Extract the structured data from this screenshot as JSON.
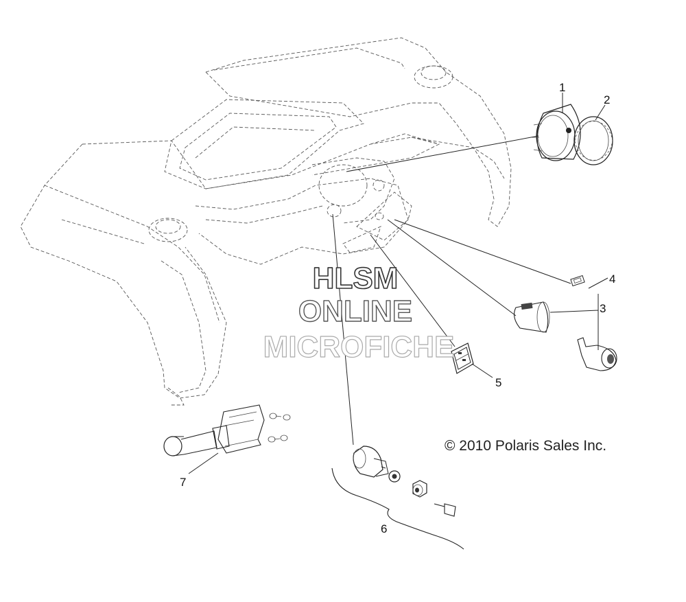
{
  "diagram": {
    "callouts": [
      "1",
      "2",
      "3",
      "4",
      "5",
      "6",
      "7"
    ],
    "watermark": {
      "line1": "HLSM",
      "line2": "ONLINE",
      "line3": "MICROFICHE"
    },
    "copyright": "© 2010 Polaris Sales Inc."
  }
}
